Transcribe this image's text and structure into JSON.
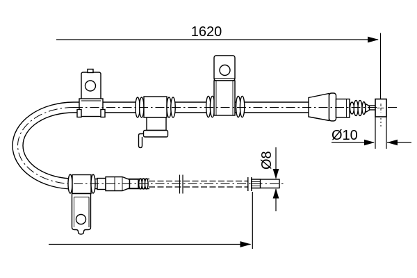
{
  "colors": {
    "background": "#ffffff",
    "ink": "#000000"
  },
  "drawing": {
    "kind": "brake-cable-technical-drawing",
    "dimensions": {
      "overall_length": {
        "label": "1620"
      },
      "end_fitting_diameter": {
        "label": "Ø10"
      },
      "rod_diameter": {
        "label": "Ø8"
      }
    }
  }
}
